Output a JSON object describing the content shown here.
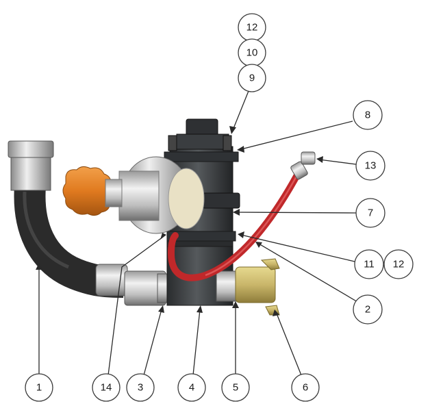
{
  "callouts": [
    {
      "id": "c12a",
      "label": "12"
    },
    {
      "id": "c10",
      "label": "10"
    },
    {
      "id": "c9",
      "label": "9"
    },
    {
      "id": "c8",
      "label": "8"
    },
    {
      "id": "c13",
      "label": "13"
    },
    {
      "id": "c7",
      "label": "7"
    },
    {
      "id": "c11",
      "label": "11"
    },
    {
      "id": "c12b",
      "label": "12"
    },
    {
      "id": "c2",
      "label": "2"
    },
    {
      "id": "c1",
      "label": "1"
    },
    {
      "id": "c14",
      "label": "14"
    },
    {
      "id": "c3",
      "label": "3"
    },
    {
      "id": "c4",
      "label": "4"
    },
    {
      "id": "c5",
      "label": "5"
    },
    {
      "id": "c6",
      "label": "6"
    }
  ],
  "colors": {
    "hose_black": "#2b2b2b",
    "valve_knob_orange": "#e07a1f",
    "red_hose": "#c0282a",
    "brass_coupling": "#c9b66a",
    "steel": "#c8c8c8",
    "body_dark": "#3a3d40"
  }
}
